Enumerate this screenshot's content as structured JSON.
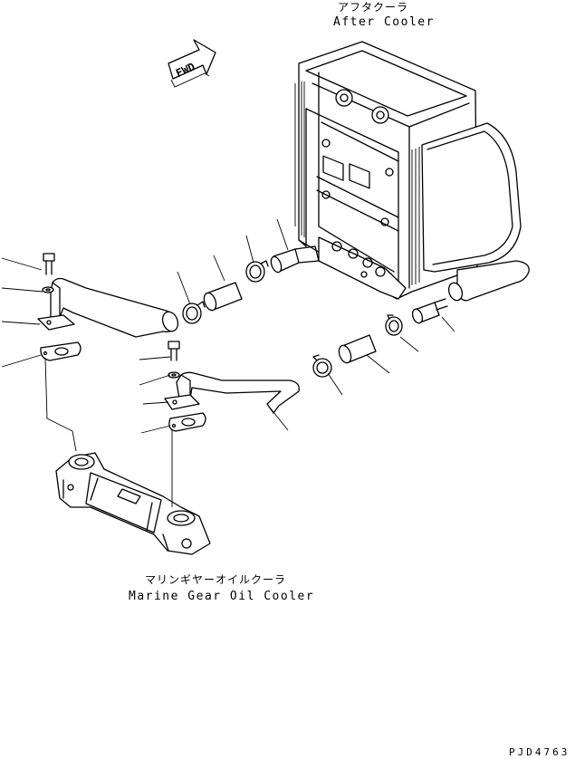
{
  "labels": {
    "after_cooler_jp": "アフタクーラ",
    "after_cooler_en": "After Cooler",
    "marine_cooler_jp": "マリンギヤーオイルクーラ",
    "marine_cooler_en": "Marine Gear Oil Cooler",
    "fwd": "FWD",
    "drawing_code": "PJD4763"
  }
}
